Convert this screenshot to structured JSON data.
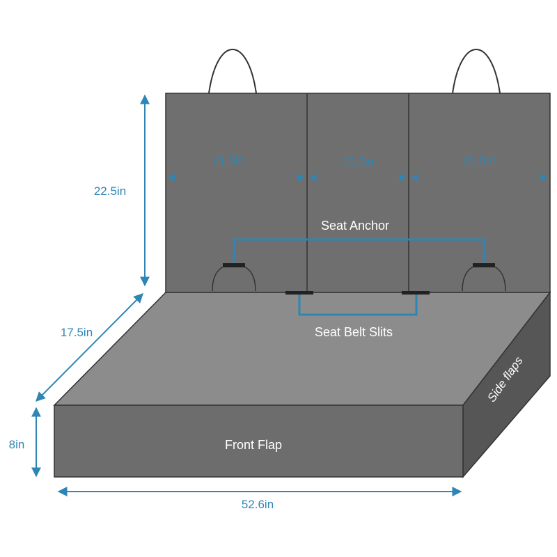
{
  "labels": {
    "back_left_width": "21.5in",
    "back_center_width": "10.2in",
    "back_right_width": "21.5in",
    "back_height": "22.5in",
    "seat_depth": "17.5in",
    "flap_height": "8in",
    "total_width": "52.6in",
    "seat_anchor": "Seat Anchor",
    "seat_belt_slits": "Seat Belt Slits",
    "front_flap": "Front Flap",
    "side_flaps": "Side flaps"
  },
  "colors": {
    "back_panel": "#6f6f6f",
    "seat_top": "#8c8c8c",
    "front_flap": "#6d6d6d",
    "side_flap": "#565656",
    "outline": "#333333",
    "dimension": "#2f86b5",
    "label": "#ffffff"
  }
}
